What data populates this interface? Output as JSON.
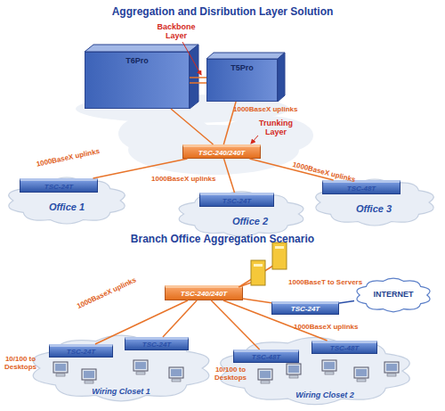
{
  "diagram": {
    "title": "Aggregation and Disribution Layer Solution",
    "nodes": [
      {
        "text": [
          "T6Pro"
        ]
      },
      {
        "text": [
          "T5Pro"
        ]
      },
      {
        "text": [
          "TSC-240/240T"
        ]
      },
      {
        "text": [
          "Office 1"
        ]
      },
      {
        "text": [
          "TSC-24T"
        ],
        "in": 3
      },
      {
        "text": [
          "Office 2"
        ]
      },
      {
        "text": [
          "TSC-24T"
        ],
        "in": 5
      },
      {
        "text": [
          "Office 3"
        ]
      },
      {
        "text": [
          "TSC-48T"
        ],
        "in": 7
      },
      {
        "text": [
          "TSC-240/240T"
        ]
      },
      {
        "text": [
          "INTERNET"
        ]
      },
      {
        "text": [
          "TSC-24T"
        ]
      },
      {
        "text": [
          "Wiring Closet 1"
        ]
      },
      {
        "text": [
          "TSC-24T"
        ],
        "in": 12
      },
      {
        "text": [
          "TSC-24T"
        ],
        "in": 12
      },
      {
        "text": [
          "Wiring Closet 2"
        ]
      },
      {
        "text": [
          "TSC-48T"
        ],
        "in": 15
      },
      {
        "text": [
          "TSC-48T"
        ],
        "in": 15
      }
    ],
    "edges": [
      {
        "from": 0,
        "to": 1,
        "arrow": "none"
      },
      {
        "from": 0,
        "to": 2,
        "arrow": "none"
      },
      {
        "from": 1,
        "to": 2,
        "arrow": "none",
        "label": "1000BaseX uplinks"
      },
      {
        "from": 2,
        "to": 4,
        "arrow": "none",
        "label": "1000BaseX uplinks"
      },
      {
        "from": 2,
        "to": 6,
        "arrow": "none",
        "label": "1000BaseX uplinks"
      },
      {
        "from": 2,
        "to": 8,
        "arrow": "none",
        "label": "1000BaseX uplinks"
      },
      {
        "from": 9,
        "to": 11,
        "arrow": "none"
      },
      {
        "from": 11,
        "to": 10,
        "arrow": "none"
      },
      {
        "from": 9,
        "to": 13,
        "arrow": "none",
        "label": "1000BaseX uplinks"
      },
      {
        "from": 9,
        "to": 14,
        "arrow": "none"
      },
      {
        "from": 9,
        "to": 16,
        "arrow": "none",
        "label": "1000BaseX uplinks"
      },
      {
        "from": 9,
        "to": 17,
        "arrow": "none"
      }
    ],
    "labels": [
      "Backbone Layer",
      "Trunking Layer",
      "Branch Office Aggregation Scenario",
      "1000BaseT to Servers",
      "10/100 to Desktops",
      "10/100 to Desktops"
    ]
  }
}
